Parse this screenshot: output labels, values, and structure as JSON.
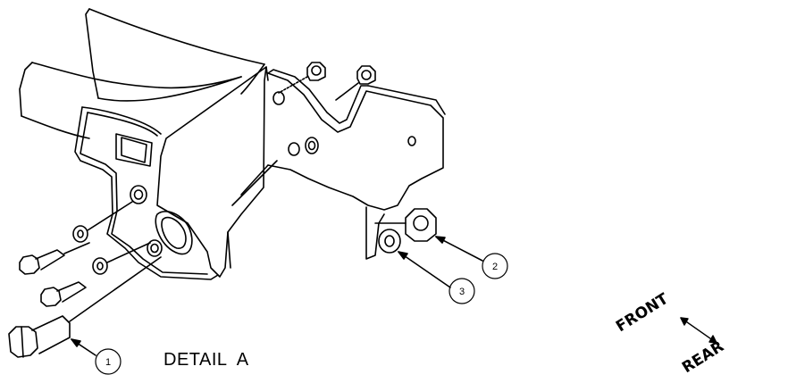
{
  "detail_label": "DETAIL  A",
  "callouts": [
    {
      "id": "callout-1",
      "number": "1",
      "part": "bolt"
    },
    {
      "id": "callout-2",
      "number": "2",
      "part": "nut"
    },
    {
      "id": "callout-3",
      "number": "3",
      "part": "washer"
    }
  ],
  "orientation": {
    "front_label": "FRONT",
    "rear_label": "REAR"
  },
  "colors": {
    "line": "#000000",
    "background": "#ffffff"
  }
}
